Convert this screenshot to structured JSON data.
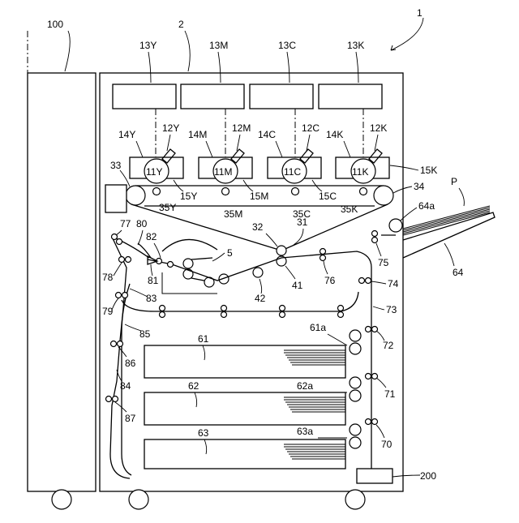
{
  "refs": {
    "finisher": "100",
    "printer_body": "2",
    "apparatus": "1",
    "toner_y": "13Y",
    "toner_m": "13M",
    "toner_c": "13C",
    "toner_k": "13K",
    "drum_y": "11Y",
    "drum_m": "11M",
    "drum_c": "11C",
    "drum_k": "11K",
    "charger_y": "12Y",
    "charger_m": "12M",
    "charger_c": "12C",
    "charger_k": "12K",
    "developer_y": "14Y",
    "developer_m": "14M",
    "developer_c": "14C",
    "developer_k": "14K",
    "cleaner_y": "15Y",
    "cleaner_m": "15M",
    "cleaner_c": "15C",
    "cleaner_k": "15K",
    "primary_y": "35Y",
    "primary_m": "35M",
    "primary_c": "35C",
    "primary_k": "35K",
    "belt_roller_left": "33",
    "belt_roller_right": "34",
    "belt": "31",
    "secondary_roller": "32",
    "counter_roller": "41",
    "fuser": "5",
    "fuser_roller": "42",
    "sheet": "P",
    "manual_tray": "64",
    "manual_pickup": "64a",
    "r75": "75",
    "r76": "76",
    "r74": "74",
    "r73": "73",
    "r72": "72",
    "r71": "71",
    "r70": "70",
    "r77": "77",
    "r78": "78",
    "r79": "79",
    "r86": "86",
    "r87": "87",
    "switch": "80",
    "flap": "81",
    "exit_roller": "82",
    "path_83": "83",
    "path_84": "84",
    "path_85": "85",
    "tray1": "61",
    "tray1_pickup": "61a",
    "tray2": "62",
    "tray2_pickup": "62a",
    "tray3": "63",
    "tray3_pickup": "63a",
    "controller": "200"
  }
}
